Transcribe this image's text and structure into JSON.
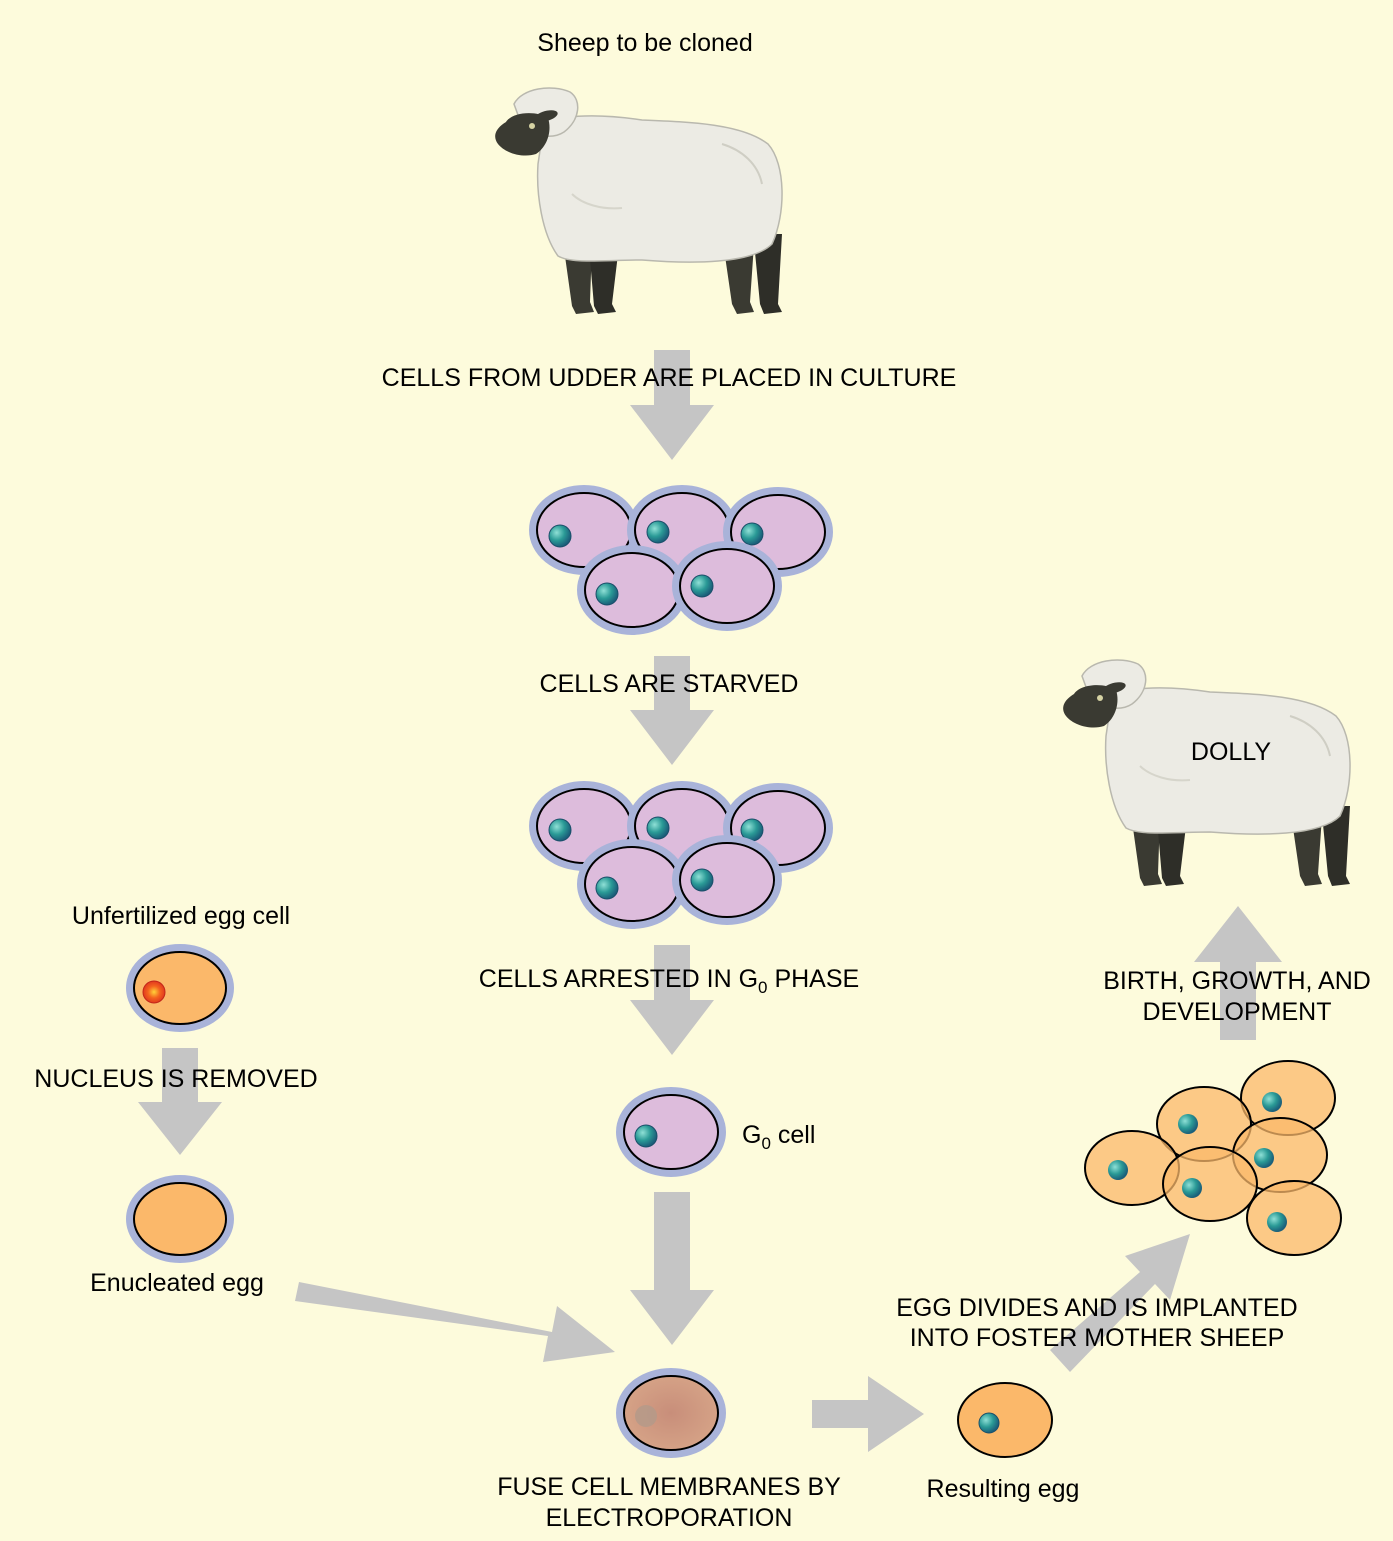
{
  "labels": {
    "sheep_to_be_cloned": "Sheep to be cloned",
    "cells_from_udder": "CELLS FROM UDDER ARE PLACED IN CULTURE",
    "cells_are_starved": "CELLS ARE STARVED",
    "cells_arrested_prefix": "CELLS ARRESTED IN G",
    "cells_arrested_sub": "0",
    "cells_arrested_suffix": " PHASE",
    "g0_cell_prefix": "G",
    "g0_cell_sub": "0",
    "g0_cell_suffix": " cell",
    "unfertilized_egg": "Unfertilized egg cell",
    "nucleus_removed": "NUCLEUS IS REMOVED",
    "enucleated_egg": "Enucleated egg",
    "fuse_line1": "FUSE CELL MEMBRANES BY",
    "fuse_line2": "ELECTROPORATION",
    "resulting_egg": "Resulting egg",
    "egg_divides_line1": "EGG DIVIDES AND IS IMPLANTED",
    "egg_divides_line2": "INTO FOSTER MOTHER SHEEP",
    "birth_line1": "BIRTH, GROWTH, AND",
    "birth_line2": "DEVELOPMENT",
    "dolly": "DOLLY"
  },
  "colors": {
    "background": "#fdfbdc",
    "arrow": "#c5c5c5",
    "cell_purple": "#ddbcdc",
    "cell_halo": "#a9b3d9",
    "nucleus_teal": "#2a9a96",
    "egg_orange": "#fbb86a",
    "fused_cell": "#c9927a",
    "egg_nucleus_red": "#e8321e",
    "sheep_wool": "#ecebe4",
    "sheep_face": "#3a3a32"
  }
}
